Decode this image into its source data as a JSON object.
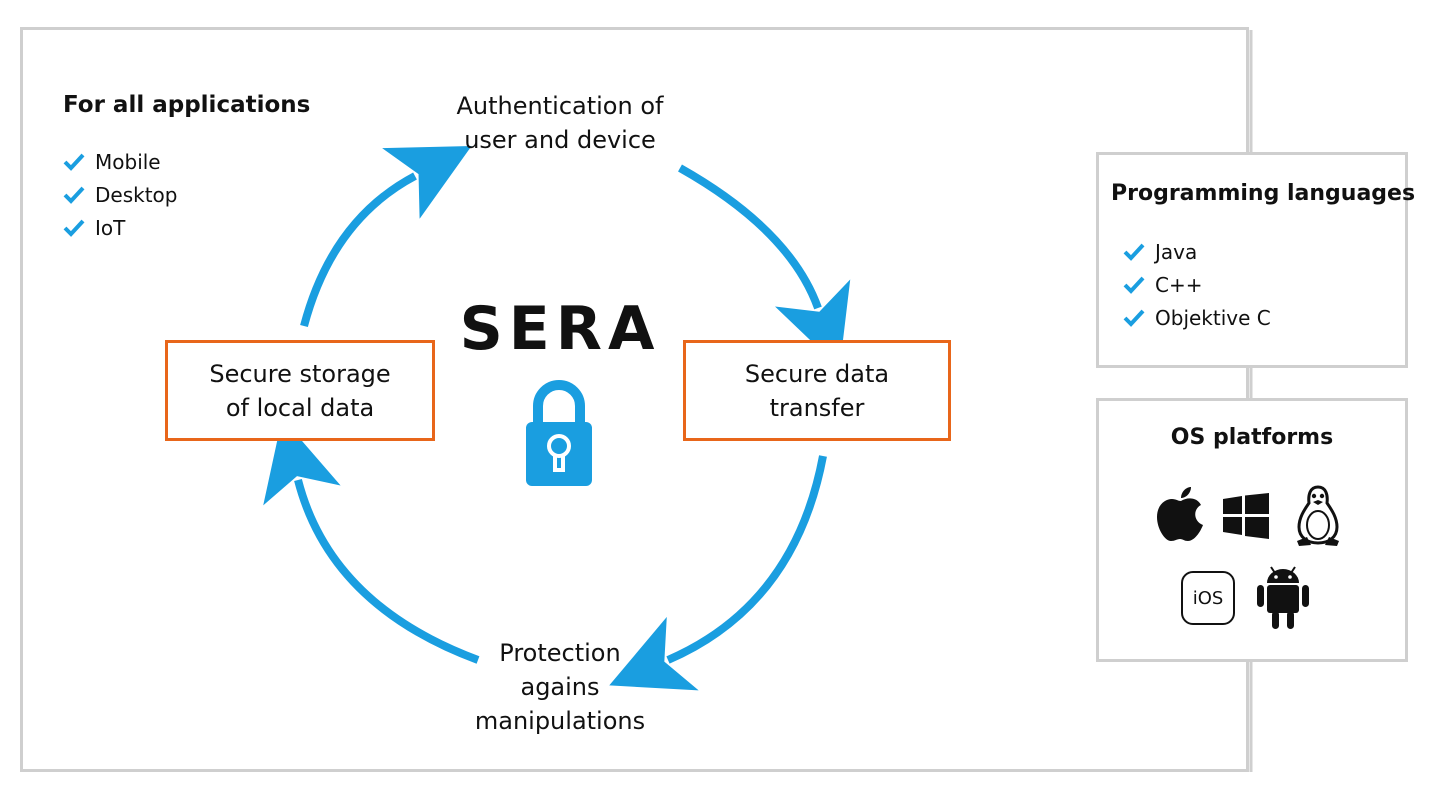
{
  "diagram": {
    "title": "SERA",
    "top_label": [
      "Authentication of",
      "user and device"
    ],
    "left_box": [
      "Secure storage",
      "of local data"
    ],
    "right_box": [
      "Secure data",
      "transfer"
    ],
    "bottom_label": [
      "Protection",
      "agains",
      "manipulations"
    ]
  },
  "applications": {
    "heading": "For all applications",
    "items": [
      "Mobile",
      "Desktop",
      "IoT"
    ]
  },
  "languages": {
    "heading": "Programming languages",
    "items": [
      "Java",
      "C++",
      "Objektive C"
    ]
  },
  "platforms": {
    "heading": "OS platforms",
    "icons": [
      "apple-icon",
      "windows-icon",
      "linux-icon",
      "ios-icon",
      "android-icon"
    ],
    "ios_label": "iOS"
  },
  "colors": {
    "arrow_blue": "#1a9ee0",
    "box_orange": "#e8661a",
    "frame_gray": "#cfcfcf"
  }
}
